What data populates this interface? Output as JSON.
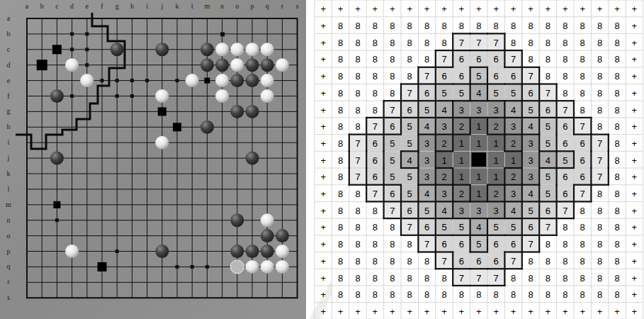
{
  "diagram": {
    "labels": [
      "a",
      "b",
      "c",
      "d",
      "e",
      "f",
      "g",
      "h",
      "i",
      "j",
      "k",
      "l",
      "m",
      "n",
      "o",
      "p",
      "q",
      "r",
      "s",
      "a",
      "b",
      "c",
      "d",
      "e",
      "f",
      "g",
      "h",
      "i",
      "j",
      "k",
      "l",
      "m",
      "n",
      "o",
      "p",
      "q",
      "r",
      "s",
      "+",
      "+",
      "+",
      "+",
      "+",
      "+",
      "+",
      "+",
      "+",
      "+",
      "+",
      "+",
      "+",
      "+",
      "+",
      "+",
      "+",
      "+",
      "+",
      "+",
      "8",
      "8",
      "8",
      "8",
      "8",
      "8",
      "8",
      "8",
      "8",
      "8",
      "8",
      "8",
      "8",
      "8",
      "8",
      "8",
      "8",
      "+",
      "+",
      "8",
      "8",
      "8",
      "8",
      "8",
      "8",
      "8",
      "7",
      "7",
      "7",
      "8",
      "8",
      "8",
      "8",
      "8",
      "8",
      "8",
      "+",
      "+",
      "8",
      "8",
      "8",
      "8",
      "8",
      "8",
      "7",
      "6",
      "6",
      "6",
      "7",
      "8",
      "8",
      "8",
      "8",
      "8",
      "8",
      "+",
      "+",
      "8",
      "8",
      "8",
      "8",
      "8",
      "7",
      "6",
      "6",
      "5",
      "6",
      "6",
      "7",
      "8",
      "8",
      "8",
      "8",
      "8",
      "+",
      "+",
      "8",
      "8",
      "8",
      "8",
      "7",
      "6",
      "5",
      "5",
      "4",
      "5",
      "5",
      "6",
      "7",
      "8",
      "8",
      "8",
      "8",
      "+",
      "+",
      "8",
      "8",
      "8",
      "7",
      "6",
      "5",
      "4",
      "3",
      "3",
      "3",
      "4",
      "5",
      "6",
      "7",
      "8",
      "8",
      "8",
      "+",
      "+",
      "8",
      "8",
      "7",
      "6",
      "5",
      "4",
      "3",
      "2",
      "1",
      "2",
      "3",
      "4",
      "5",
      "6",
      "7",
      "8",
      "8",
      "+",
      "+",
      "8",
      "7",
      "6",
      "5",
      "5",
      "3",
      "2",
      "1",
      "1",
      "1",
      "2",
      "3",
      "5",
      "6",
      "6",
      "7",
      "8",
      "+",
      "+",
      "8",
      "7",
      "6",
      "5",
      "4",
      "3",
      "1",
      "1",
      "1",
      "1",
      "3",
      "4",
      "5",
      "6",
      "7",
      "8",
      "+",
      "+",
      "8",
      "7",
      "6",
      "5",
      "5",
      "3",
      "2",
      "1",
      "1",
      "1",
      "2",
      "3",
      "5",
      "6",
      "6",
      "7",
      "8",
      "+",
      "+",
      "8",
      "8",
      "7",
      "6",
      "5",
      "4",
      "3",
      "2",
      "1",
      "2",
      "3",
      "4",
      "5",
      "6",
      "7",
      "8",
      "8",
      "+",
      "+",
      "8",
      "8",
      "8",
      "7",
      "6",
      "5",
      "4",
      "3",
      "3",
      "3",
      "4",
      "5",
      "6",
      "7",
      "8",
      "8",
      "8",
      "+",
      "+",
      "8",
      "8",
      "8",
      "8",
      "7",
      "6",
      "5",
      "5",
      "4",
      "5",
      "5",
      "6",
      "7",
      "8",
      "8",
      "8",
      "8",
      "+",
      "+",
      "8",
      "8",
      "8",
      "8",
      "8",
      "7",
      "6",
      "6",
      "5",
      "6",
      "6",
      "7",
      "8",
      "8",
      "8",
      "8",
      "8",
      "+",
      "+",
      "8",
      "8",
      "8",
      "8",
      "8",
      "8",
      "7",
      "6",
      "6",
      "6",
      "7",
      "8",
      "8",
      "8",
      "8",
      "8",
      "8",
      "+",
      "+",
      "8",
      "8",
      "8",
      "8",
      "8",
      "8",
      "8",
      "7",
      "7",
      "7",
      "8",
      "8",
      "8",
      "8",
      "8",
      "8",
      "8",
      "+",
      "+",
      "8",
      "8",
      "8",
      "8",
      "8",
      "8",
      "8",
      "8",
      "8",
      "8",
      "8",
      "8",
      "8",
      "8",
      "8",
      "8",
      "8",
      "+",
      "+",
      "+",
      "+",
      "+",
      "+",
      "+",
      "+",
      "+",
      "+",
      "+",
      "+",
      "+",
      "+",
      "+",
      "+",
      "+",
      "+",
      "+",
      "+"
    ]
  }
}
